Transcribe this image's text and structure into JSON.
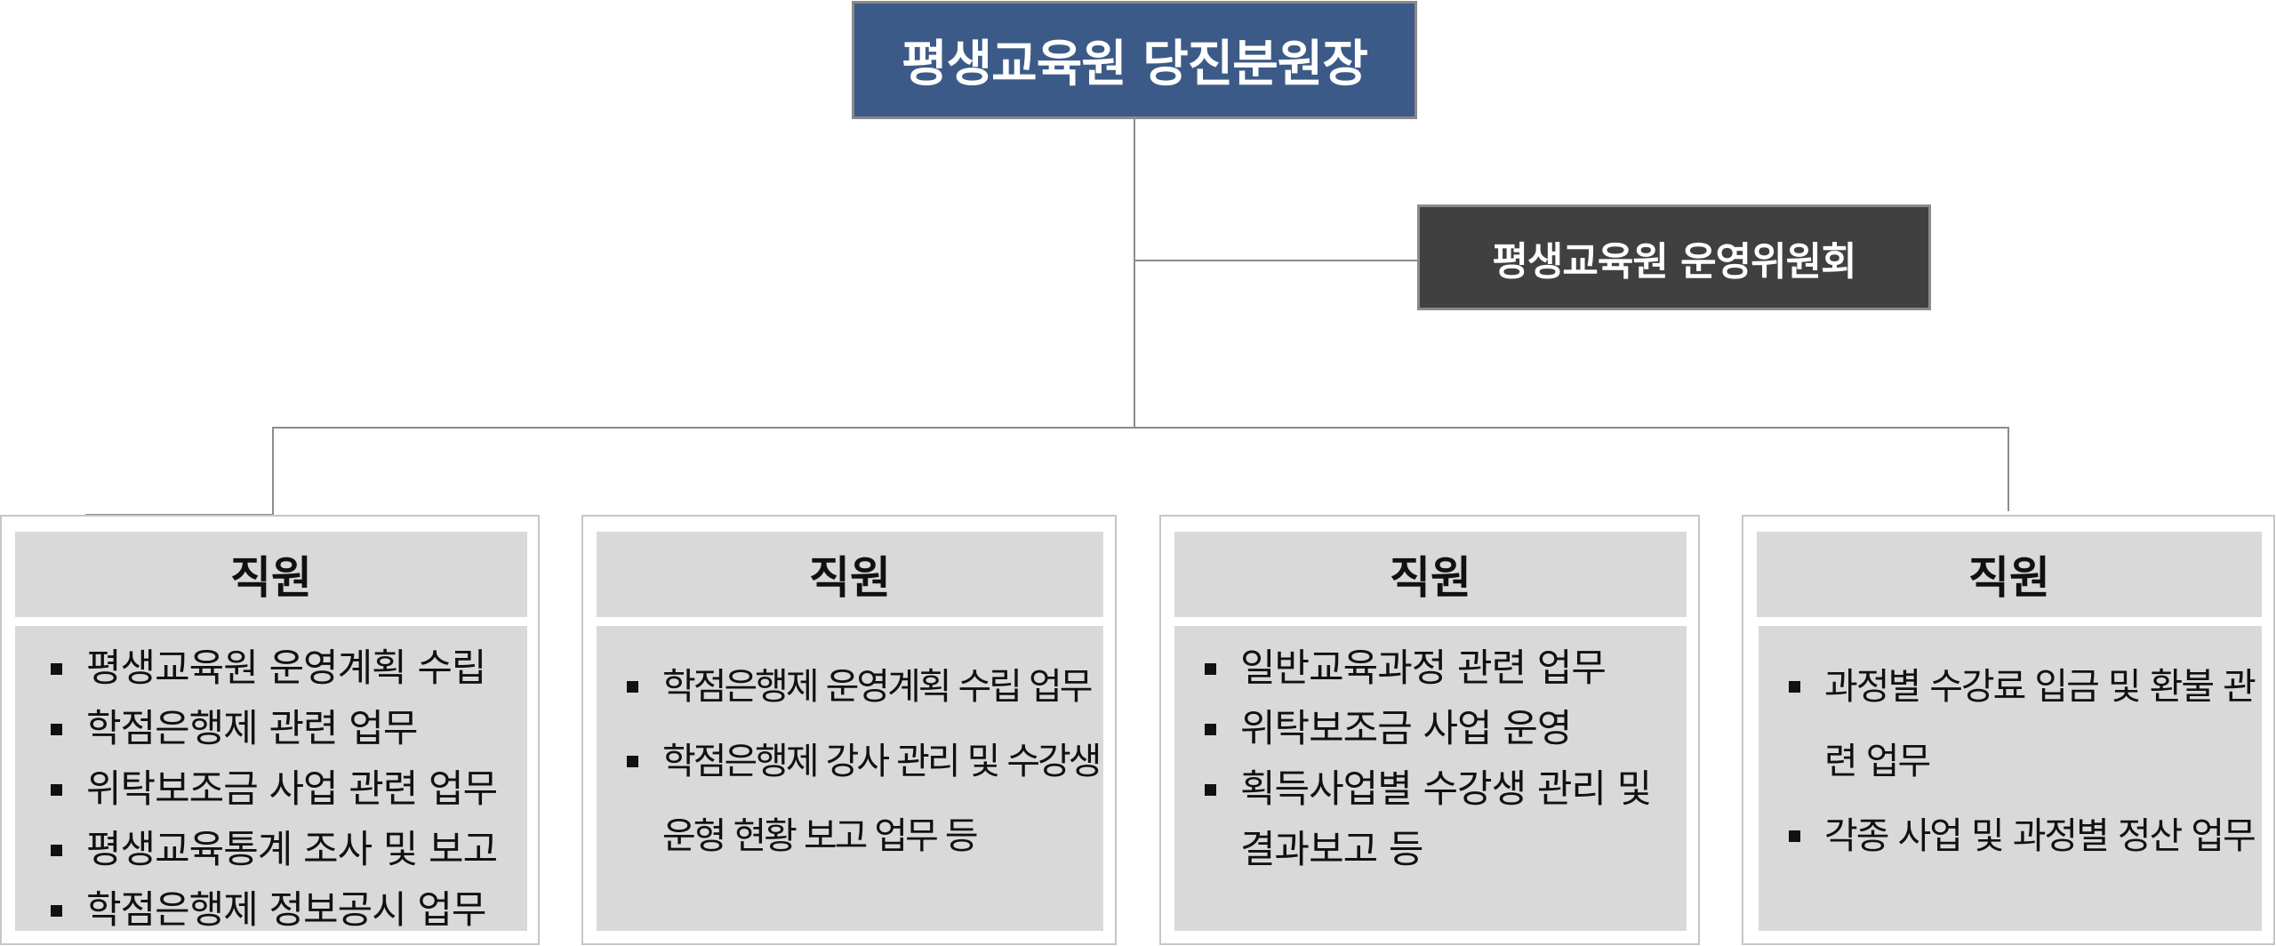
{
  "director": {
    "title": "평생교육원 당진분원장"
  },
  "committee": {
    "title": "평생교육원 운영위원회"
  },
  "staff": [
    {
      "title": "직원",
      "duties": [
        "평생교육원 운영계획 수립",
        "학점은행제 관련 업무",
        "위탁보조금 사업 관련 업무",
        "평생교육통계 조사 및 보고",
        "학점은행제 정보공시 업무"
      ]
    },
    {
      "title": "직원",
      "duties": [
        "학점은행제 운영계획 수립 업무",
        "학점은행제 강사 관리 및 수강생 운형 현황 보고 업무 등"
      ]
    },
    {
      "title": "직원",
      "duties": [
        "일반교육과정 관련 업무",
        "위탁보조금 사업 운영",
        "획득사업별 수강생 관리 및 결과보고 등"
      ]
    },
    {
      "title": "직원",
      "duties": [
        "과정별 수강료 입금 및 환불 관련 업무",
        "각종 사업 및 과정별 정산 업무"
      ]
    }
  ],
  "colors": {
    "director_fill": "#3c5a87",
    "committee_fill": "#404040",
    "staff_fill": "#d9d9d9",
    "connector": "#8c8c8c"
  }
}
